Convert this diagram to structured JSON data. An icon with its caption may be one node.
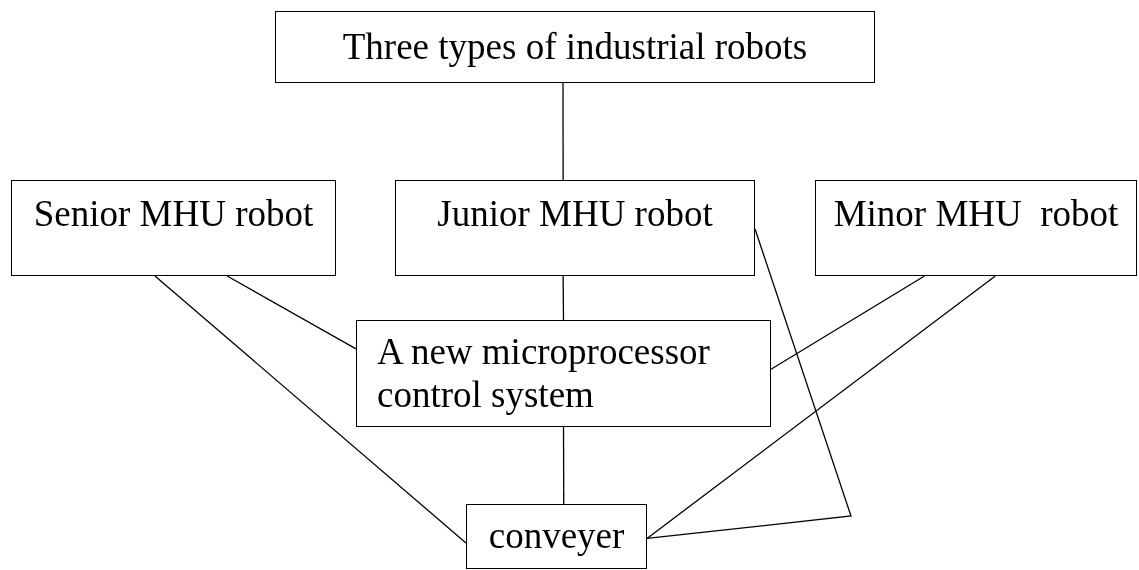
{
  "diagram": {
    "nodes": [
      {
        "text": [
          "Three types of industrial robots"
        ]
      },
      {
        "text": [
          "Senior MHU robot"
        ]
      },
      {
        "text": [
          "Junior MHU robot"
        ]
      },
      {
        "text": [
          "Minor MHU  robot"
        ]
      },
      {
        "text": [
          "A new microprocessor control system"
        ]
      },
      {
        "text": [
          "conveyer"
        ]
      }
    ],
    "edges": [
      {
        "from": 0,
        "to": 2,
        "arrow": "none"
      },
      {
        "from": 1,
        "to": 4,
        "arrow": "none"
      },
      {
        "from": 1,
        "to": 5,
        "arrow": "none"
      },
      {
        "from": 2,
        "to": 4,
        "arrow": "none"
      },
      {
        "from": 2,
        "to": 5,
        "arrow": "none"
      },
      {
        "from": 3,
        "to": 4,
        "arrow": "none"
      },
      {
        "from": 3,
        "to": 5,
        "arrow": "none"
      },
      {
        "from": 4,
        "to": 5,
        "arrow": "none"
      }
    ]
  }
}
